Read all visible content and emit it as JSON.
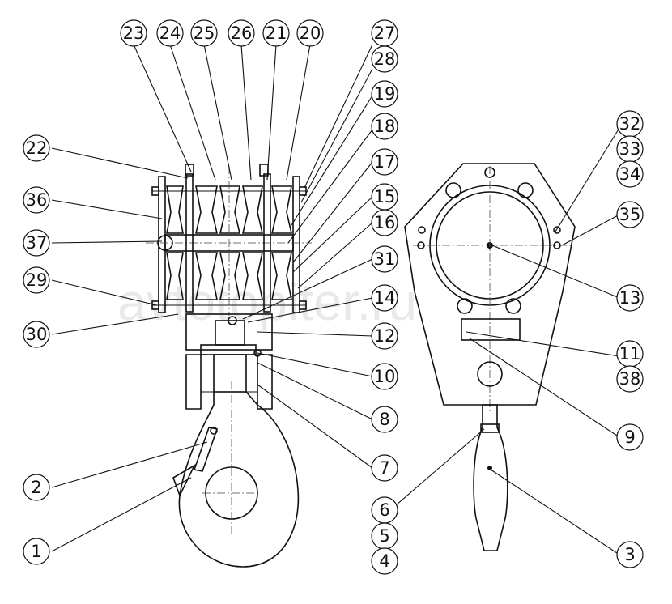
{
  "watermark": "avtotopiter.ru",
  "callouts": {
    "c1": "1",
    "c2": "2",
    "c3": "3",
    "c4": "4",
    "c5": "5",
    "c6": "6",
    "c7": "7",
    "c8": "8",
    "c9": "9",
    "c10": "10",
    "c11": "11",
    "c12": "12",
    "c13": "13",
    "c14": "14",
    "c15": "15",
    "c16": "16",
    "c17": "17",
    "c18": "18",
    "c19": "19",
    "c20": "20",
    "c21": "21",
    "c22": "22",
    "c23": "23",
    "c24": "24",
    "c25": "25",
    "c26": "26",
    "c27": "27",
    "c28": "28",
    "c29": "29",
    "c30": "30",
    "c31": "31",
    "c32": "32",
    "c33": "33",
    "c34": "34",
    "c35": "35",
    "c36": "36",
    "c37": "37",
    "c38": "38"
  }
}
